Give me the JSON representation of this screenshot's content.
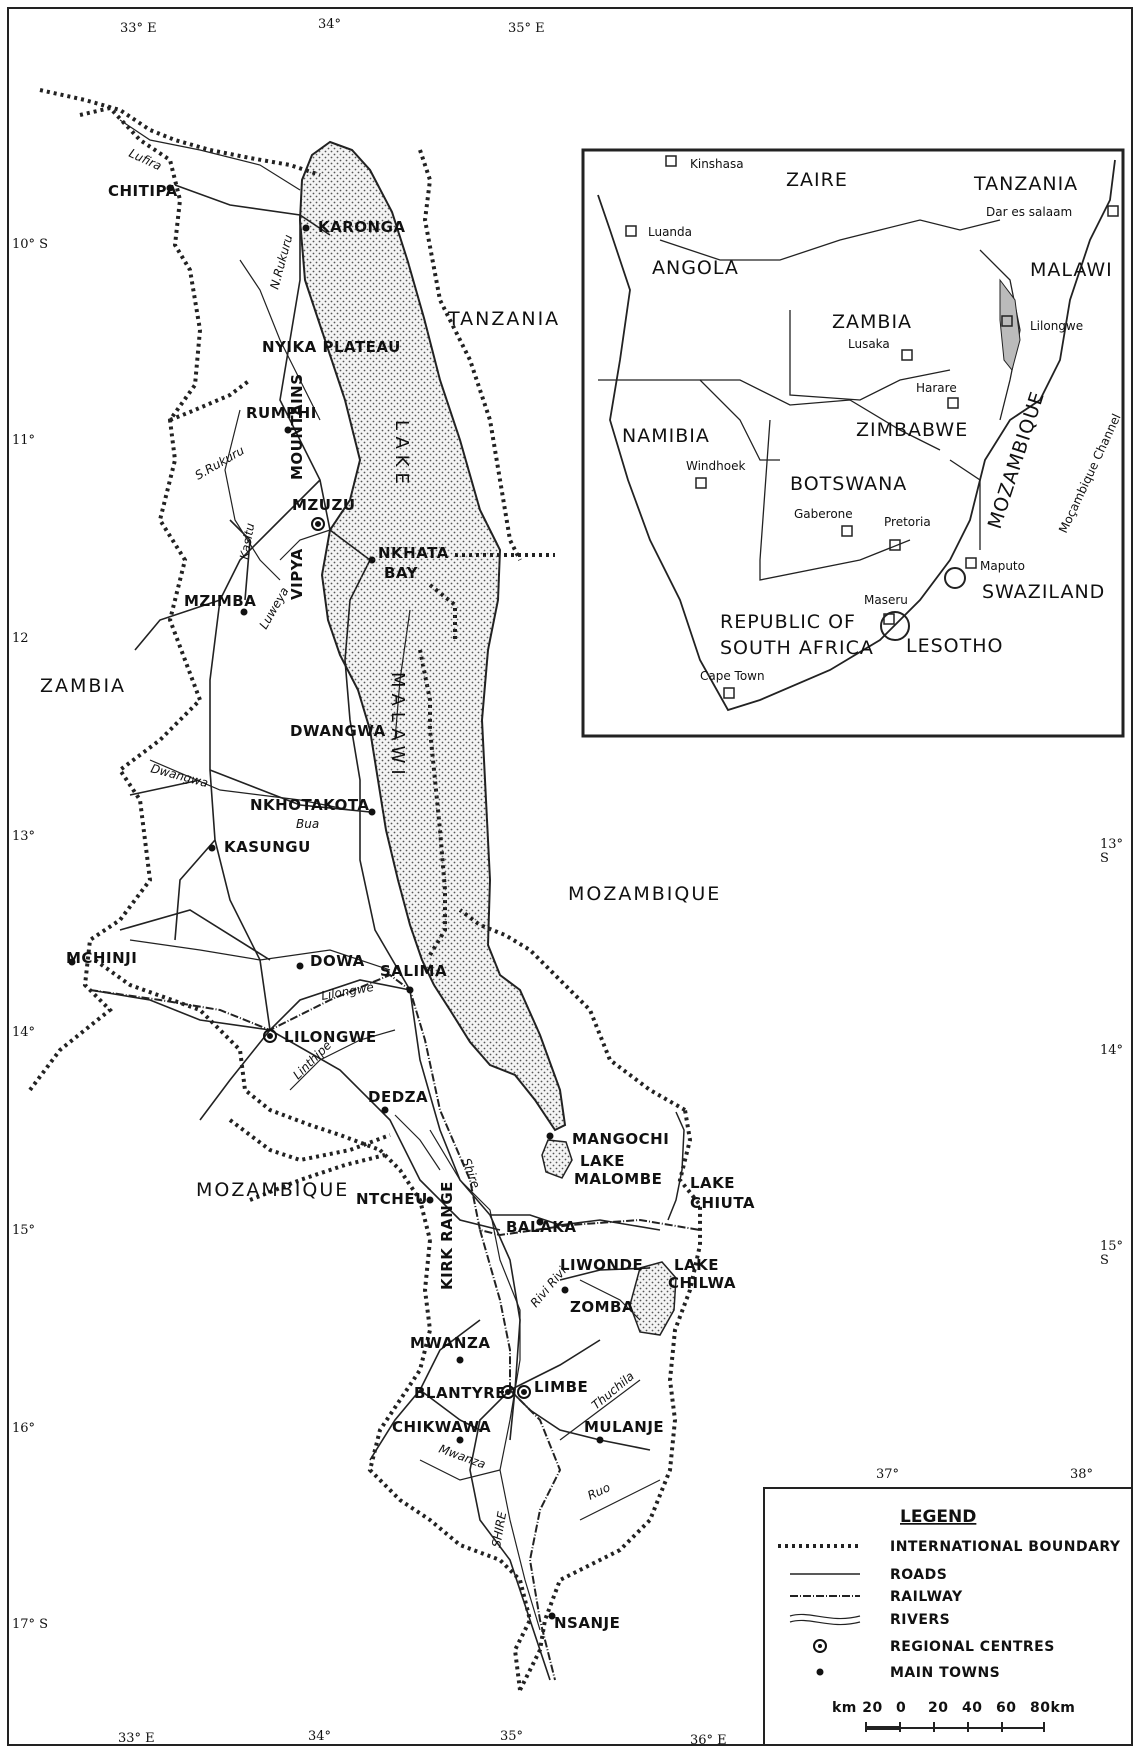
{
  "coordinates": {
    "top": [
      "33° E",
      "34°",
      "35° E"
    ],
    "bottom": [
      "33° E",
      "34°",
      "35°",
      "36° E"
    ],
    "left": [
      "10° S",
      "11°",
      "12",
      "13°",
      "14°",
      "15°",
      "16°",
      "17° S"
    ],
    "right": [
      "13°\nS",
      "14°",
      "15°\nS"
    ],
    "legend_top": [
      "37°",
      "38°"
    ]
  },
  "countries": {
    "tanzania": "TANZANIA",
    "zambia": "ZAMBIA",
    "mozambique_east": "MOZAMBIQUE",
    "mozambique_west": "MOZAMBIQUE"
  },
  "lake_labels": {
    "lake": "LAKE",
    "malawi": "MALAWI"
  },
  "places": {
    "chitipa": "CHITIPA",
    "karonga": "KARONGA",
    "nyika": "NYIKA PLATEAU",
    "rumphi": "RUMPHI",
    "mountains": "MOUNTAINS",
    "mzuzu": "MZUZU",
    "nkhata": "NKHATA",
    "bay": "BAY",
    "mzimba": "MZIMBA",
    "viphya": "VIPYA",
    "dwangwa": "DWANGWA",
    "nkhotakota": "NKHOTAKOTA",
    "kasungu": "KASUNGU",
    "mchinji": "MCHINJI",
    "dowa": "DOWA",
    "salima": "SALIMA",
    "lilongwe": "LILONGWE",
    "dedza": "DEDZA",
    "mangochi": "MANGOCHI",
    "lake_malombe1": "LAKE",
    "lake_malombe2": "MALOMBE",
    "ntcheu": "NTCHEU",
    "kirk_range": "KIRK RANGE",
    "balaka": "BALAKA",
    "liwonde": "LIWONDE",
    "lake_chiuta1": "LAKE",
    "lake_chiuta2": "CHIUTA",
    "lake_chilwa1": "LAKE",
    "lake_chilwa2": "CHILWA",
    "zomba": "ZOMBA",
    "mwanza": "MWANZA",
    "blantyre": "BLANTYRE",
    "limbe": "LIMBE",
    "chikwawa": "CHIKWAWA",
    "mulanje": "MULANJE",
    "nsanje": "NSANJE"
  },
  "rivers": {
    "north_rukuru": "N.Rukuru",
    "south_rukuru": "S.Rukuru",
    "kasitu": "Kasitu",
    "luweya": "Luweya",
    "bua": "Bua",
    "dwangwa_r": "Dwangwa",
    "lilongwe_r": "Lilongwe",
    "linthipe": "Linthipe",
    "shire_upper": "Shire",
    "shire_lower": "SHIRE",
    "rivi": "Rivi Rivi",
    "mwanza_r": "Mwanza",
    "ruo": "Ruo",
    "thuchila": "Thuchila",
    "lufira": "Lufira"
  },
  "inset": {
    "countries": {
      "zaire": "ZAIRE",
      "tanzania": "TANZANIA",
      "angola": "ANGOLA",
      "malawi": "MALAWI",
      "zambia": "ZAMBIA",
      "namibia": "NAMIBIA",
      "zimbabwe": "ZIMBABWE",
      "botswana": "BOTSWANA",
      "mozambique": "MOZAMBIQUE",
      "swaziland": "SWAZILAND",
      "rsa1": "REPUBLIC OF",
      "rsa2": "SOUTH AFRICA",
      "lesotho": "LESOTHO"
    },
    "cities": {
      "kinshasa": "Kinshasa",
      "dar": "Dar es salaam",
      "luanda": "Luanda",
      "lusaka": "Lusaka",
      "lilongwe": "Lilongwe",
      "harare": "Harare",
      "windhoek": "Windhoek",
      "gaberone": "Gaberone",
      "pretoria": "Pretoria",
      "maputo": "Maputo",
      "maseru": "Maseru",
      "capetown": "Cape Town"
    },
    "channel": "Moçambique Channel"
  },
  "legend": {
    "title": "LEGEND",
    "items": [
      "INTERNATIONAL BOUNDARY",
      "ROADS",
      "RAILWAY",
      "RIVERS",
      "REGIONAL CENTRES",
      "MAIN TOWNS"
    ],
    "scale_prefix": "km 20",
    "scale_ticks": [
      "0",
      "20",
      "40",
      "60",
      "80km"
    ]
  }
}
